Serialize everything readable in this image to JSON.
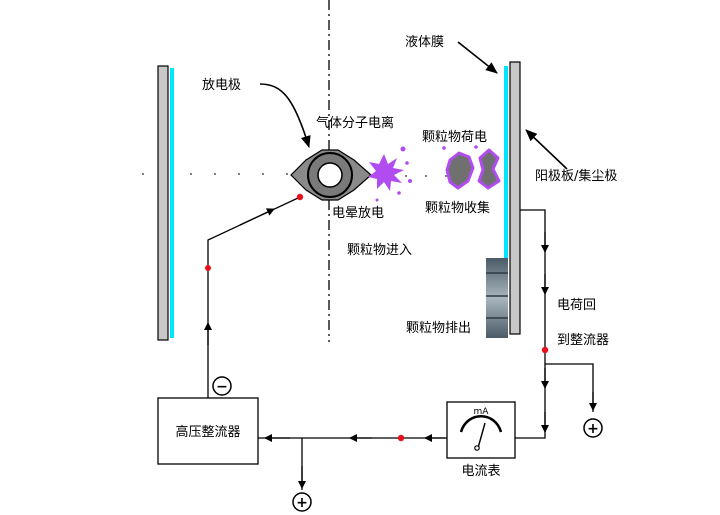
{
  "labels": {
    "liquid_film": "液体膜",
    "discharge_electrode": "放电极",
    "gas_ionization": "气体分子电离",
    "particle_charging": "颗粒物荷电",
    "anode_collector": "阳极板/集尘极",
    "particle_collection": "颗粒物收集",
    "corona_discharge": "电晕放电",
    "particle_entry": "颗粒物进入",
    "charge_return_line1": "电荷回",
    "charge_return_line2": "到整流器",
    "particle_discharge": "颗粒物排出",
    "hv_rectifier": "高压整流器",
    "ammeter": "电流表",
    "ammeter_unit": "mA",
    "negative_sign": "−",
    "positive_sign": "+"
  },
  "colors": {
    "plate_gray": "#c8c8c8",
    "liquid_film_cyan": "#00e5ff",
    "wire_black": "#000000",
    "charge_dot_red": "#e8101a",
    "ion_purple": "#b04cf0",
    "particle_gray": "#707070"
  }
}
